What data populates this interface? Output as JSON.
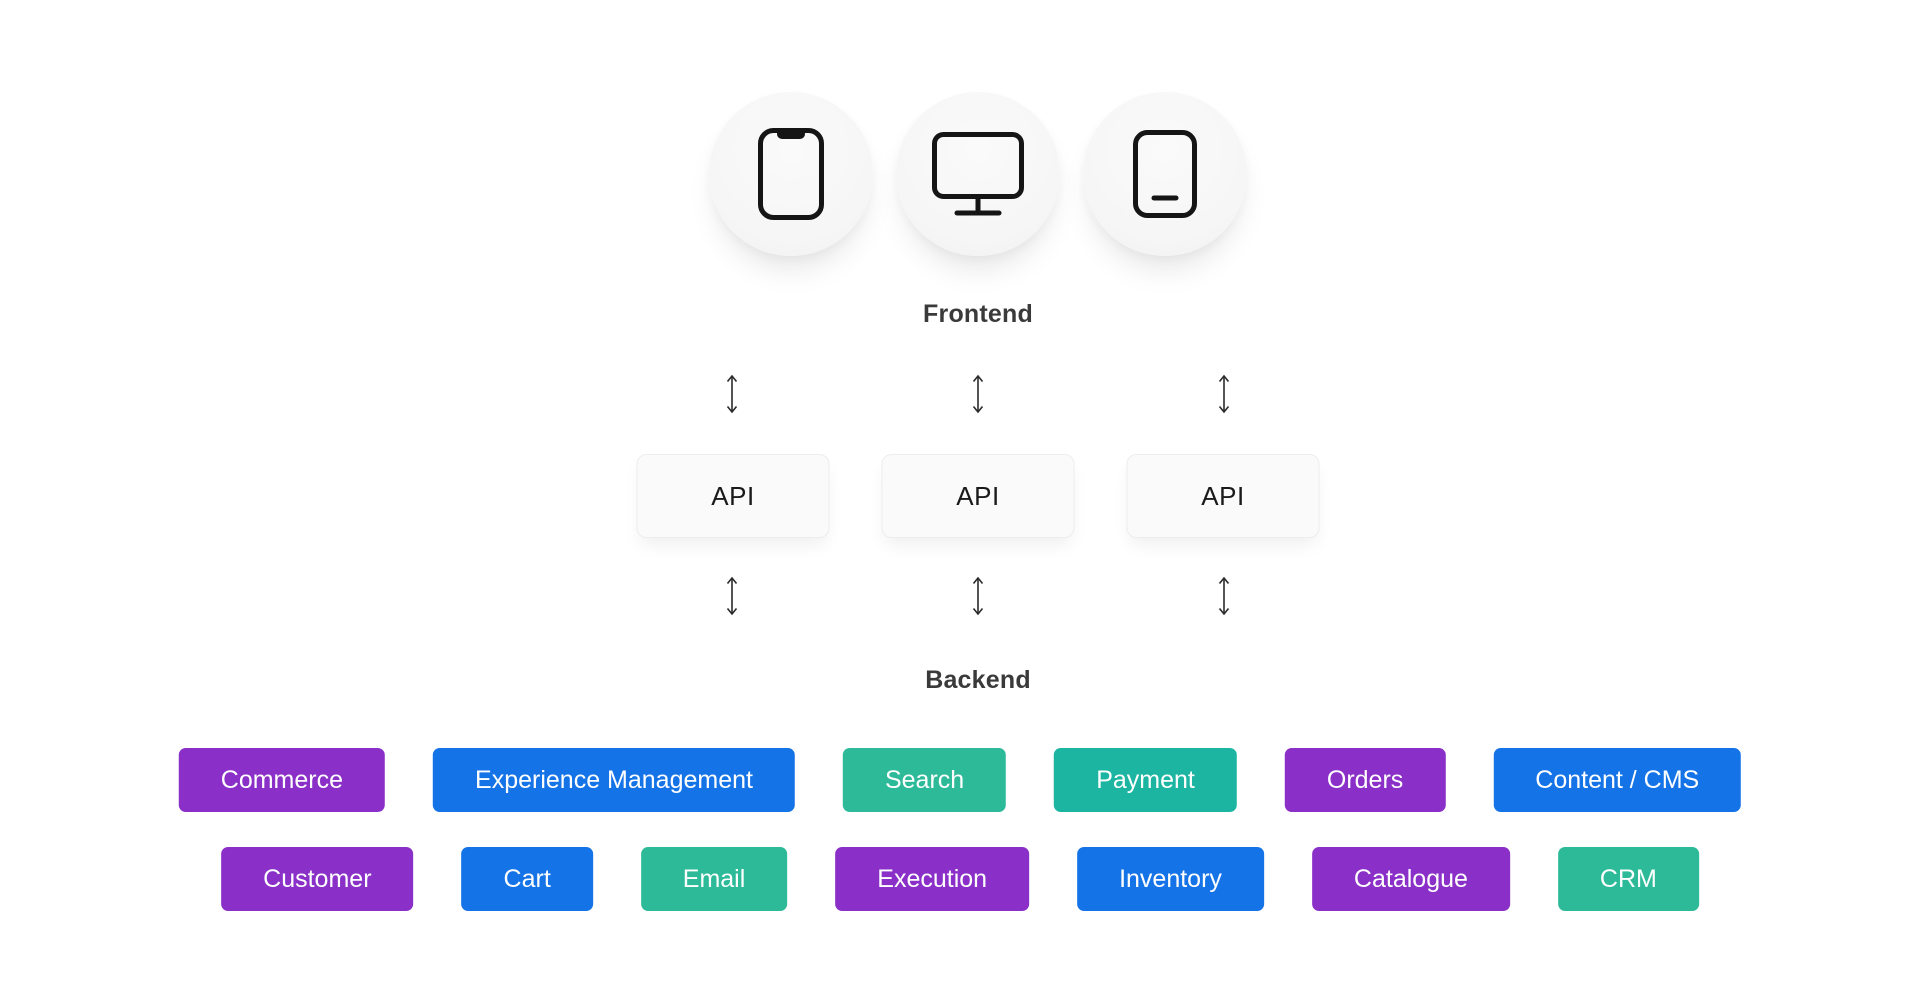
{
  "page": {
    "background_color": "#ffffff",
    "type": "architecture-diagram"
  },
  "frontend": {
    "label": "Frontend",
    "device_icons": [
      "smartphone-icon",
      "monitor-icon",
      "tablet-icon"
    ]
  },
  "api_layer": {
    "boxes": [
      {
        "label": "API"
      },
      {
        "label": "API"
      },
      {
        "label": "API"
      }
    ]
  },
  "arrows": {
    "style": "double-headed-vertical",
    "per_row": 3,
    "rows": 2,
    "color": "#2b2b2b"
  },
  "backend": {
    "label": "Backend",
    "services_row1": [
      {
        "label": "Commerce",
        "color": "#8A2FC7"
      },
      {
        "label": "Experience Management",
        "color": "#1573E8"
      },
      {
        "label": "Search",
        "color": "#2CBA98"
      },
      {
        "label": "Payment",
        "color": "#1CB5A2"
      },
      {
        "label": "Orders",
        "color": "#8A2FC7"
      },
      {
        "label": "Content / CMS",
        "color": "#1573E8"
      }
    ],
    "services_row2": [
      {
        "label": "Customer",
        "color": "#8A2FC7"
      },
      {
        "label": "Cart",
        "color": "#1573E8"
      },
      {
        "label": "Email",
        "color": "#2CBA98"
      },
      {
        "label": "Execution",
        "color": "#8A2FC7"
      },
      {
        "label": "Inventory",
        "color": "#1573E8"
      },
      {
        "label": "Catalogue",
        "color": "#8A2FC7"
      },
      {
        "label": "CRM",
        "color": "#2CBA98"
      }
    ]
  },
  "palette": {
    "purple": "#8A2FC7",
    "blue": "#1573E8",
    "teal": "#2CBA98",
    "teal_deep": "#1CB5A2",
    "label_text": "#3a3a3a",
    "api_box_bg": "#fafafa"
  }
}
